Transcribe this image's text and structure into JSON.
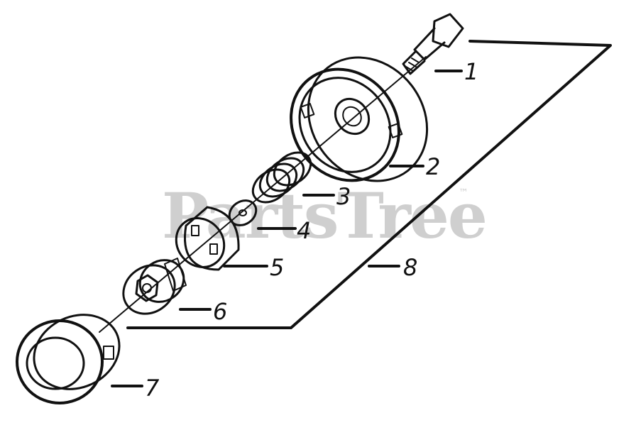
{
  "watermark": {
    "text": "PartsTree",
    "mark": "™"
  },
  "callouts": [
    "1",
    "2",
    "3",
    "4",
    "5",
    "6",
    "7",
    "8"
  ],
  "colors": {
    "ink": "#111111",
    "watermark": "#cfcfcf",
    "background": "#ffffff"
  }
}
